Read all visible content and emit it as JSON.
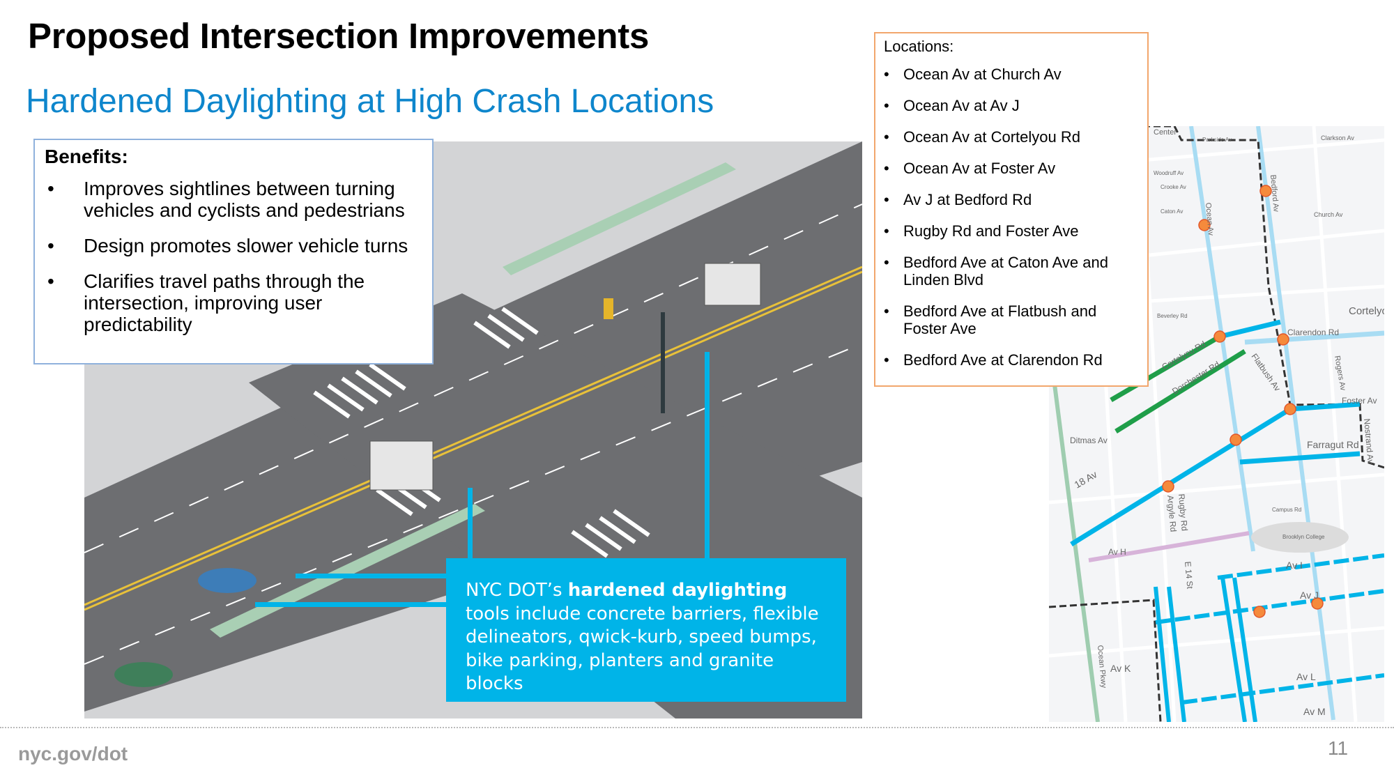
{
  "header": {
    "title": "Proposed Intersection Improvements",
    "subtitle": "Hardened Daylighting at High Crash Locations"
  },
  "benefits": {
    "heading": "Benefits:",
    "items": [
      "Improves sightlines between turning vehicles and cyclists and pedestrians",
      "Design promotes slower vehicle turns",
      "Clarifies travel paths through the intersection, improving user predictability"
    ]
  },
  "callout": {
    "prefix": "NYC DOT’s ",
    "bold": "hardened daylighting",
    "suffix": " tools include concrete barriers, flexible delineators, qwick-kurb, speed bumps, bike parking, planters and granite blocks"
  },
  "locations": {
    "heading": "Locations:",
    "items": [
      "Ocean Av at Church Av",
      "Ocean Av at Av J",
      "Ocean Av at Cortelyou Rd",
      "Ocean Av at Foster Av",
      "Av J at Bedford Rd",
      "Rugby Rd and Foster Ave",
      "Bedford Ave at Caton Ave and Linden Blvd",
      "Bedford Ave at Flatbush and Foster Ave",
      "Bedford Ave at Clarendon Rd"
    ]
  },
  "map": {
    "labels": [
      "Center",
      "Parkside Av",
      "Clarkson Av",
      "Woodruff Av",
      "Crooke Av",
      "Caton Av",
      "Church Av",
      "Ocean Av",
      "Bedford Av",
      "Beverley Rd",
      "Cortelyou Rd",
      "Dorchester Rd",
      "Flatbush Av",
      "Clarendon Rd",
      "Rogers Av",
      "Cortelyou",
      "Foster Av",
      "Ditmas Av",
      "Farragut Rd",
      "Nostrand Av",
      "18 Av",
      "Argyle Rd",
      "Rugby Rd",
      "Campus Rd",
      "Brooklyn College",
      "Av H",
      "Av I",
      "E 14 St",
      "Av J",
      "Av K",
      "Av L",
      "Av M",
      "Ocean Pkwy"
    ],
    "colors": {
      "bike_lane": "#00b4e8",
      "protected": "#1f9e49",
      "marker": "#f58a3c",
      "shared": "#d7b3d9"
    }
  },
  "footer": {
    "url": "nyc.gov/dot",
    "page": "11"
  }
}
